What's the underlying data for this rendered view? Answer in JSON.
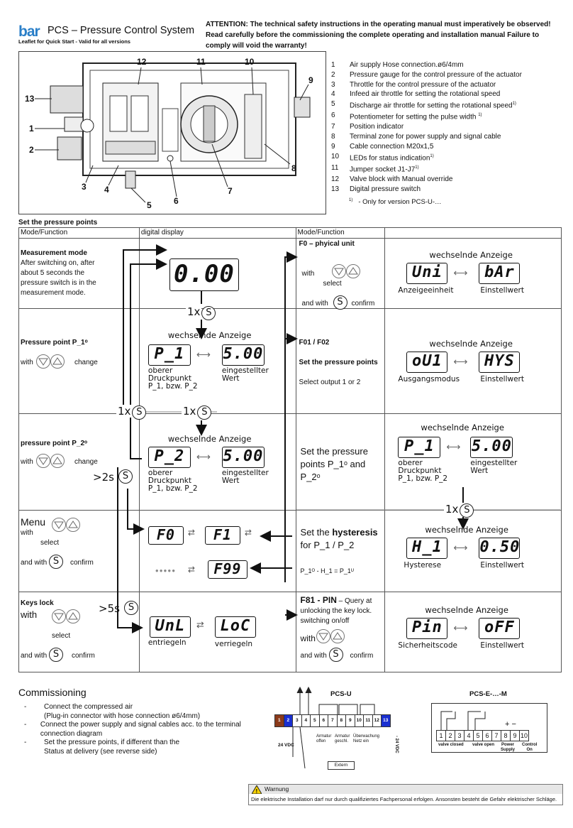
{
  "header": {
    "logo": "bar",
    "title": "PCS – Pressure Control System",
    "subtitle": "Leaflet for Quick Start - Valid for all versions",
    "attention": "ATTENTION: The technical safety instructions in the operating manual must imperatively be observed! Read carefully before the commissioning the complete operating and installation manual Failure to comply will void the warranty!"
  },
  "diagram_labels": [
    "1",
    "2",
    "3",
    "4",
    "5",
    "6",
    "7",
    "8",
    "9",
    "10",
    "11",
    "12",
    "13"
  ],
  "legend": [
    {
      "n": "1",
      "t": "Air supply Hose connection.ø6/4mm"
    },
    {
      "n": "2",
      "t": "Pressure gauge for the control pressure of the actuator"
    },
    {
      "n": "3",
      "t": "Throttle for the control pressure of the actuator"
    },
    {
      "n": "4",
      "t": "Infeed air throttle for setting the rotational speed"
    },
    {
      "n": "5",
      "t": "Discharge air throttle for setting the rotational speed",
      "sup": "1)"
    },
    {
      "n": "6",
      "t": "Potentiometer for setting the pulse width ",
      "sup": "1)"
    },
    {
      "n": "7",
      "t": "Position indicator"
    },
    {
      "n": "8",
      "t": "Terminal zone for power supply and signal cable"
    },
    {
      "n": "9",
      "t": "Cable connection M20x1,5"
    },
    {
      "n": "10",
      "t": "LEDs for status indication",
      "sup": "1)"
    },
    {
      "n": "11",
      "t": "Jumper socket J1-J7",
      "sup": "1)"
    },
    {
      "n": "12",
      "t": "Valve block with Manual override"
    },
    {
      "n": "13",
      "t": "Digital pressure switch"
    }
  ],
  "footnote": {
    "sup": "1)",
    "text": "-  Only for version PCS-U-…"
  },
  "section_title": "Set the pressure points",
  "table": {
    "headers": [
      "Mode/Function",
      "digital display",
      "Mode/Function",
      ""
    ],
    "r1": {
      "title": "Measurement mode",
      "text": "After switching on, after about 5 seconds the pressure switch is in the measurement mode.",
      "display": "0.00",
      "f_title": "F0 – phyical unit",
      "f_with": "with",
      "f_select": "select",
      "f_and": "and with",
      "f_confirm": "confirm",
      "alt_title": "wechselnde Anzeige",
      "alt_left": "Uni",
      "alt_right": "bAr",
      "alt_lbl_l": "Anzeigeeinheit",
      "alt_lbl_r": "Einstellwert"
    },
    "r2": {
      "title": "Pressure point P_1ᵒ",
      "with": "with",
      "change": "change",
      "alt_title": "wechselnde Anzeige",
      "lcd_l": "P_1",
      "lcd_r": "5.00",
      "lbl_l": "oberer\nDruckpunkt\nP_1, bzw. P_2",
      "lbl_r": "eingestellter\nWert",
      "f_title": "F01 / F02",
      "f_sub": "Set the pressure points",
      "f_text": "Select output 1 or  2",
      "alt2_title": "wechselnde Anzeige",
      "alt2_l": "oU1",
      "alt2_r": "HYS",
      "alt2_lbl_l": "Ausgangsmodus",
      "alt2_lbl_r": "Einstellwert"
    },
    "r3": {
      "title": "pressure point P_2ᵒ",
      "with": "with",
      "change": "change",
      "press": ">2s",
      "alt_title": "wechselnde Anzeige",
      "lcd_l": "P_2",
      "lcd_r": "5.00",
      "lbl_l": "oberer\nDruckpunkt\nP_1, bzw. P_2",
      "lbl_r": "eingestellter\nWert",
      "f_text": "Set the pressure points P_1ᵒ and P_2ᵒ",
      "alt2_title": "wechselnde Anzeige",
      "alt2_l": "P_1",
      "alt2_r": "5.00",
      "alt2_lbl_l": "oberer\nDruckpunkt\nP_1, bzw. P_2",
      "alt2_lbl_r": "eingestellter\nWert",
      "alt2_1x": "1x"
    },
    "r4": {
      "title": "Menu",
      "with": "with",
      "select": "select",
      "and": "and with",
      "confirm": "confirm",
      "lcd_a": "F0",
      "lcd_b": "F1",
      "lcd_c": "F99",
      "dots": "●●●●●",
      "f_text1": "Set the ",
      "f_bold": "hysteresis",
      "f_text2": "for P_1 / P_2",
      "f_formula": "P_1ᴼ - H_1 = P_1ᵁ",
      "alt2_title": "wechselnde Anzeige",
      "alt2_l": "H_1",
      "alt2_r": "0.50",
      "alt2_lbl_l": "Hysterese",
      "alt2_lbl_r": "Einstellwert"
    },
    "r5": {
      "title": "Keys lock",
      "with": "with",
      "select": "select",
      "and": "and with",
      "confirm": "confirm",
      "press": ">5s",
      "lcd_l": "UnL",
      "lcd_r": "LoC",
      "lbl_l": "entriegeln",
      "lbl_r": "verriegeln",
      "f_title": "F81 - PIN",
      "f_text": " – Query at unlocking the key lock. switching on/off",
      "f_with": "with",
      "f_and": "and with",
      "f_confirm": "confirm",
      "alt2_title": "wechselnde Anzeige",
      "alt2_l": "Pin",
      "alt2_r": "oFF",
      "alt2_lbl_l": "Sicherheitscode",
      "alt2_lbl_r": "Einstellwert"
    },
    "press_1x": "1x",
    "s": "S"
  },
  "commissioning": {
    "title": "Commissioning",
    "items": [
      "Connect the compressed air\n(Plug-in connector with hose connection ø6/4mm)",
      "Connect the power supply and signal cables acc. to the terminal connection diagram",
      "Set the pressure points, if different than the\nStatus at delivery (see reverse side)"
    ]
  },
  "wiring": {
    "pcsu_title": "PCS-U",
    "pcse_title": "PCS-E-…-M",
    "terminals_u": [
      "1",
      "2",
      "3",
      "4",
      "5",
      "6",
      "7",
      "8",
      "9",
      "10",
      "11",
      "12",
      "13"
    ],
    "labels_u": {
      "vdc_l": "24 VDC",
      "armatur_offen": "Armatur\noffen",
      "armatur_geschl": "Armatur\ngeschl.",
      "ueberwachung": "Überwachung\nNetz ein",
      "vdc_r": "- 24 VDC",
      "extern": "Extern"
    },
    "terminals_e": [
      "1",
      "2",
      "3",
      "4",
      "5",
      "6",
      "7",
      "8",
      "9",
      "10"
    ],
    "labels_e": {
      "closed": "valve closed",
      "open": "valve open",
      "power": "Power\nSupply",
      "control": "Control\nOn",
      "pm": "+ −"
    }
  },
  "warning": {
    "title": "Warnung",
    "text": "Die elektrische Installation darf nur durch qualifiziertes Fachpersonal erfolgen. Ansonsten besteht die Gefahr elektrischer Schläge."
  },
  "colors": {
    "brand": "#2a7fc8",
    "term_brown": "#8b3a1a",
    "term_blue": "#1a2fd0"
  }
}
